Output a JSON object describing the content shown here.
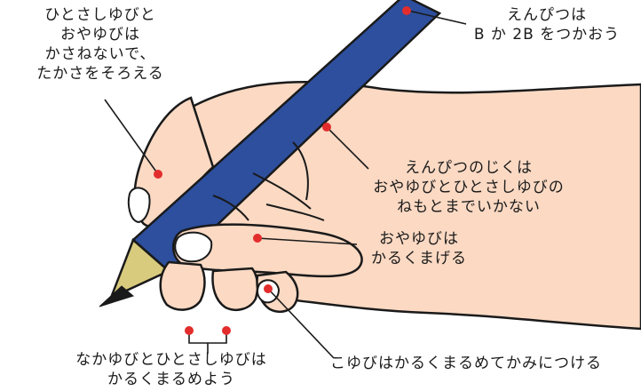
{
  "colors": {
    "skin": "#fbd9c3",
    "outline": "#1a1a1a",
    "pencil_body": "#2d4f9e",
    "pencil_wood": "#d8cb7d",
    "dot": "#e32d2d"
  },
  "labels": {
    "index_finger": [
      "ひとさしゆびと",
      "おやゆびは",
      "かさねないで、",
      "たかさをそろえる"
    ],
    "pencil_grade": [
      "えんぴつは",
      "B か 2B をつかおう"
    ],
    "pencil_shaft": [
      "えんぴつのじくは",
      "おやゆびとひとさしゆびの",
      "ねもとまでいかない"
    ],
    "thumb": [
      "おやゆびは",
      "かるくまげる"
    ],
    "middle_ring": [
      "なかゆびとひとさしゆびは",
      "かるくまるめよう"
    ],
    "pinky": [
      "こゆびはかるくまるめてかみにつける"
    ]
  }
}
